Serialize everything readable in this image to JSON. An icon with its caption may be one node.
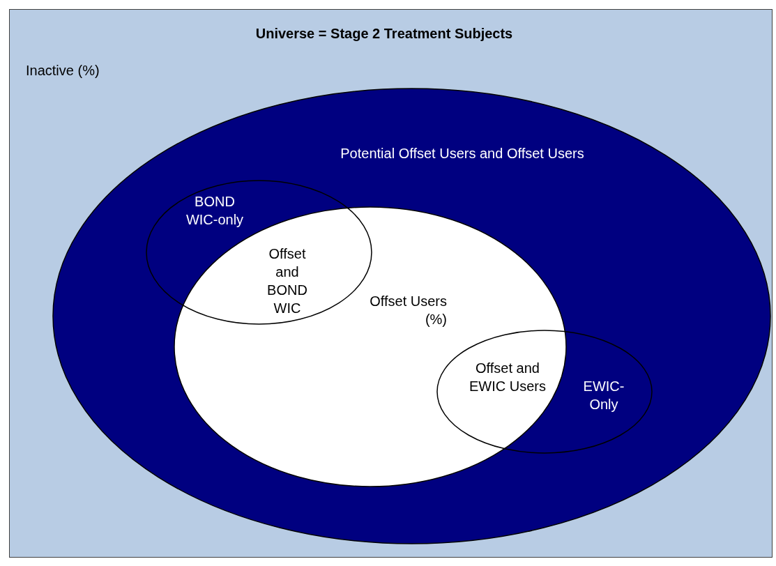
{
  "diagram": {
    "nodes": [
      {
        "text": [
          "Universe = Stage 2 Treatment Subjects",
          "Inactive (%)"
        ]
      },
      {
        "text": [
          "Potential Offset Users and Offset Users"
        ],
        "in": 0
      },
      {
        "text": [
          "Offset Users (%)"
        ],
        "in": 1
      },
      {
        "text": [
          "BOND WIC-only",
          "Offset and BOND WIC"
        ],
        "in": 1
      },
      {
        "text": [
          "Offset and EWIC Users",
          "EWIC-Only"
        ],
        "in": 1
      }
    ]
  }
}
